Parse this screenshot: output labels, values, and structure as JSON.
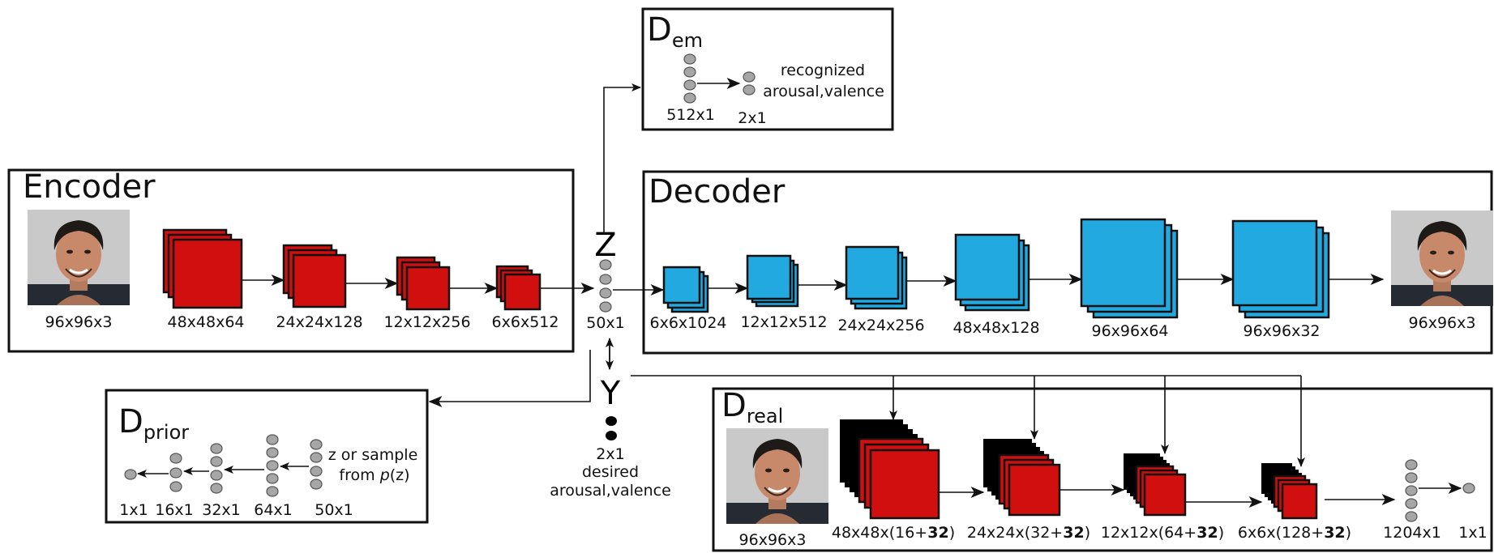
{
  "colors": {
    "encoder_block": "#d10f0f",
    "decoder_block": "#22a9e0",
    "discriminator_shadow": "#000000",
    "node": "#a6a6a6"
  },
  "icons": {
    "face_photo": "face-photo-icon"
  },
  "encoder": {
    "title": "Encoder",
    "input_label": "96x96x3",
    "layers": [
      "48x48x64",
      "24x24x128",
      "12x12x256",
      "6x6x512"
    ]
  },
  "latent": {
    "z_label": "Z",
    "size_label": "50x1"
  },
  "y_input": {
    "label": "Y",
    "size_label": "2x1",
    "caption_line1": "desired",
    "caption_line2": "arousal,valence"
  },
  "decoder": {
    "title": "Decoder",
    "layers": [
      "6x6x1024",
      "12x12x512",
      "24x24x256",
      "48x48x128",
      "96x96x64",
      "96x96x32"
    ],
    "output_label": "96x96x3"
  },
  "d_em": {
    "title_main": "D",
    "title_sub": "em",
    "layers": [
      "512x1",
      "2x1"
    ],
    "caption_line1": "recognized",
    "caption_line2": "arousal,valence"
  },
  "d_prior": {
    "title_main": "D",
    "title_sub": "prior",
    "layers": [
      "1x1",
      "16x1",
      "32x1",
      "64x1",
      "50x1"
    ],
    "caption_line1": "z or sample",
    "caption_line2_prefix": "from ",
    "caption_line2_italic": "p",
    "caption_line2_suffix": "(z)"
  },
  "d_real": {
    "title_main": "D",
    "title_sub": "real",
    "input_label": "96x96x3",
    "layers": [
      {
        "prefix": "48x48x(16+",
        "bold": "32",
        "suffix": ")"
      },
      {
        "prefix": "24x24x(32+",
        "bold": "32",
        "suffix": ")"
      },
      {
        "prefix": "12x12x(64+",
        "bold": "32",
        "suffix": ")"
      },
      {
        "prefix": "6x6x(128+",
        "bold": "32",
        "suffix": ")"
      }
    ],
    "fc_label": "1204x1",
    "output_label": "1x1"
  }
}
